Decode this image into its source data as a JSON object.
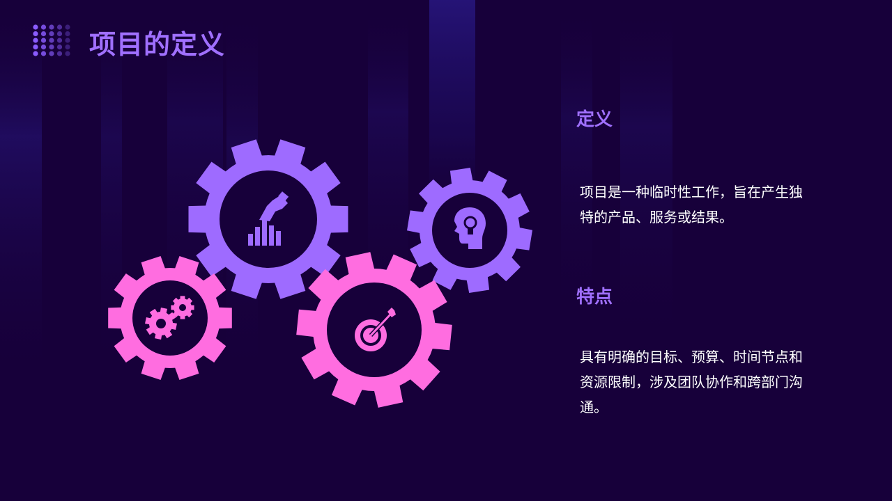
{
  "colors": {
    "background": "#17003a",
    "purple": "#9e6bff",
    "pink": "#ff6de0",
    "heading": "#a070ff",
    "text": "#ffffff"
  },
  "header": {
    "title": "项目的定义"
  },
  "icons": {
    "title_decoration": "dot-grid-icon",
    "gear_1": "bar-chart-hand-icon",
    "gear_2": "lightbulb-head-icon",
    "gear_3": "cogs-icon",
    "gear_4": "target-arrow-icon"
  },
  "definition": {
    "heading": "定义",
    "body": "项目是一种临时性工作，旨在产生独特的产品、服务或结果。"
  },
  "features": {
    "heading": "特点",
    "body": "具有明确的目标、预算、时间节点和资源限制，涉及团队协作和跨部门沟通。"
  }
}
